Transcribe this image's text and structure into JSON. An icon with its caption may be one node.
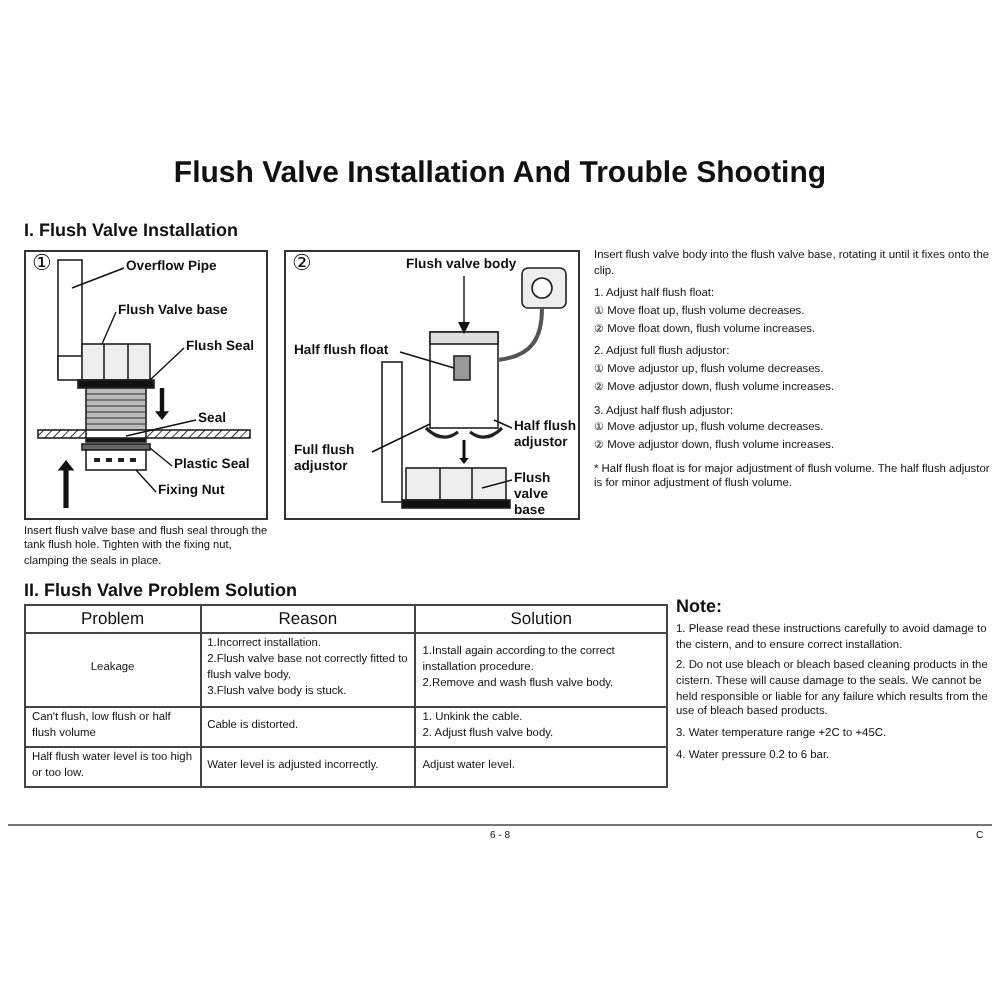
{
  "diagram": {
    "title": "Flush Valve Installation And Trouble Shooting",
    "nodes": [
      {
        "text": [
          "①"
        ]
      },
      {
        "text": [
          "Overflow Pipe"
        ],
        "in": 0
      },
      {
        "text": [
          "Flush Valve base"
        ],
        "in": 0
      },
      {
        "text": [
          "Flush Seal"
        ],
        "in": 0
      },
      {
        "text": [
          "Seal"
        ],
        "in": 0
      },
      {
        "text": [
          "Plastic Seal"
        ],
        "in": 0
      },
      {
        "text": [
          "Fixing Nut"
        ],
        "in": 0
      },
      {
        "text": [
          "②"
        ]
      },
      {
        "text": [
          "Flush valve body"
        ],
        "in": 7
      },
      {
        "text": [
          "Half flush float"
        ],
        "in": 7
      },
      {
        "text": [
          "Half flush adjustor"
        ],
        "in": 7
      },
      {
        "text": [
          "Full flush adjustor"
        ],
        "in": 7
      },
      {
        "text": [
          "Flush valve base"
        ],
        "in": 7
      }
    ],
    "edges": [
      {
        "from": 1,
        "to": null,
        "arrow": "none"
      },
      {
        "from": 2,
        "to": null,
        "arrow": "none"
      },
      {
        "from": 3,
        "to": null,
        "arrow": "none"
      },
      {
        "from": 4,
        "to": null,
        "arrow": "none"
      },
      {
        "from": 5,
        "to": null,
        "arrow": "none"
      },
      {
        "from": 6,
        "to": null,
        "arrow": "none"
      },
      {
        "from": 8,
        "to": null,
        "arrow": "to"
      },
      {
        "from": 9,
        "to": null,
        "arrow": "none"
      },
      {
        "from": 10,
        "to": null,
        "arrow": "none"
      },
      {
        "from": 11,
        "to": null,
        "arrow": "none"
      },
      {
        "from": 12,
        "to": null,
        "arrow": "none"
      }
    ],
    "labels": [
      "I. Flush Valve Installation",
      "Insert flush valve base and flush seal through the tank flush hole. Tighten with the fixing nut, clamping the seals in place.",
      "Insert flush valve body into the flush valve base, rotating it until it fixes onto the clip.",
      "1. Adjust half flush float:",
      "① Move float up, flush volume decreases.",
      "② Move float down, flush volume increases.",
      "2. Adjust full flush adjustor:",
      "① Move adjustor up, flush volume decreases.",
      "② Move adjustor down, flush volume increases.",
      "3. Adjust half flush adjustor:",
      "① Move adjustor up, flush volume decreases.",
      "② Move adjustor down, flush volume increases.",
      "* Half flush float is for major adjustment of flush volume. The half flush adjustor is for minor adjustment of flush volume.",
      "II. Flush Valve Problem Solution",
      "Problem",
      "Reason",
      "Solution",
      "Leakage",
      "1.Incorrect installation.",
      "2.Flush valve base not correctly fitted to flush valve body.",
      "3.Flush valve body is stuck.",
      "1.Install again according to the correct installation procedure.",
      "2.Remove and wash flush valve body.",
      "Can't flush, low flush or half flush volume",
      "Cable is distorted.",
      "1. Unkink the cable.",
      "2. Adjust flush valve body.",
      "Half flush water level is too high or too low.",
      "Water level is adjusted incorrectly.",
      "Adjust water level.",
      "Note:",
      "1. Please read these instructions carefully to avoid damage to the cistern, and to ensure correct installation.",
      "2. Do not use bleach or bleach based cleaning products in the cistern. These will cause damage to the seals. We cannot be held responsible or liable for any failure which results from the use of bleach based products.",
      "3. Water temperature range +2C to +45C.",
      "4. Water pressure 0.2 to 6 bar.",
      "6 - 8",
      "C"
    ]
  }
}
